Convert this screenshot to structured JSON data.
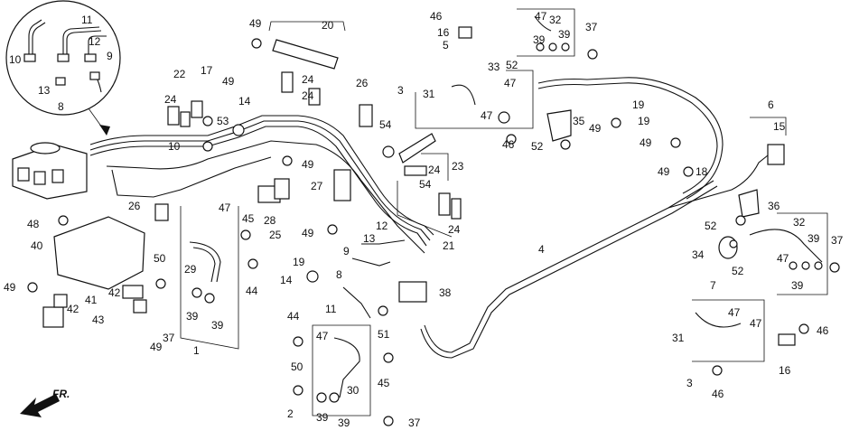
{
  "callouts": [
    {
      "text": "11"
    },
    {
      "text": "10"
    },
    {
      "text": "12"
    },
    {
      "text": "9"
    },
    {
      "text": "13"
    },
    {
      "text": "8"
    },
    {
      "text": "22"
    },
    {
      "text": "17"
    },
    {
      "text": "49"
    },
    {
      "text": "24"
    },
    {
      "text": "14"
    },
    {
      "text": "53"
    },
    {
      "text": "10"
    },
    {
      "text": "49"
    },
    {
      "text": "20"
    },
    {
      "text": "24"
    },
    {
      "text": "24"
    },
    {
      "text": "26"
    },
    {
      "text": "46"
    },
    {
      "text": "16"
    },
    {
      "text": "5"
    },
    {
      "text": "47"
    },
    {
      "text": "32"
    },
    {
      "text": "39"
    },
    {
      "text": "39"
    },
    {
      "text": "37"
    },
    {
      "text": "52"
    },
    {
      "text": "33"
    },
    {
      "text": "3"
    },
    {
      "text": "31"
    },
    {
      "text": "47"
    },
    {
      "text": "47"
    },
    {
      "text": "54"
    },
    {
      "text": "46"
    },
    {
      "text": "35"
    },
    {
      "text": "52"
    },
    {
      "text": "19"
    },
    {
      "text": "19"
    },
    {
      "text": "49"
    },
    {
      "text": "49"
    },
    {
      "text": "49"
    },
    {
      "text": "18"
    },
    {
      "text": "6"
    },
    {
      "text": "15"
    },
    {
      "text": "49"
    },
    {
      "text": "23"
    },
    {
      "text": "24"
    },
    {
      "text": "27"
    },
    {
      "text": "26"
    },
    {
      "text": "47"
    },
    {
      "text": "45"
    },
    {
      "text": "28"
    },
    {
      "text": "25"
    },
    {
      "text": "54"
    },
    {
      "text": "24"
    },
    {
      "text": "21"
    },
    {
      "text": "48"
    },
    {
      "text": "40"
    },
    {
      "text": "29"
    },
    {
      "text": "50"
    },
    {
      "text": "44"
    },
    {
      "text": "12"
    },
    {
      "text": "13"
    },
    {
      "text": "9"
    },
    {
      "text": "49"
    },
    {
      "text": "19"
    },
    {
      "text": "8"
    },
    {
      "text": "14"
    },
    {
      "text": "4"
    },
    {
      "text": "36"
    },
    {
      "text": "52"
    },
    {
      "text": "32"
    },
    {
      "text": "34"
    },
    {
      "text": "39"
    },
    {
      "text": "37"
    },
    {
      "text": "47"
    },
    {
      "text": "52"
    },
    {
      "text": "39"
    },
    {
      "text": "7"
    },
    {
      "text": "49"
    },
    {
      "text": "41"
    },
    {
      "text": "42"
    },
    {
      "text": "42"
    },
    {
      "text": "43"
    },
    {
      "text": "39"
    },
    {
      "text": "39"
    },
    {
      "text": "49"
    },
    {
      "text": "37"
    },
    {
      "text": "1"
    },
    {
      "text": "38"
    },
    {
      "text": "11"
    },
    {
      "text": "51"
    },
    {
      "text": "47"
    },
    {
      "text": "47"
    },
    {
      "text": "31"
    },
    {
      "text": "46"
    },
    {
      "text": "46"
    },
    {
      "text": "16"
    },
    {
      "text": "3"
    },
    {
      "text": "44"
    },
    {
      "text": "47"
    },
    {
      "text": "50"
    },
    {
      "text": "30"
    },
    {
      "text": "45"
    },
    {
      "text": "2"
    },
    {
      "text": "39"
    },
    {
      "text": "39"
    },
    {
      "text": "37"
    }
  ],
  "direction_label": "FR."
}
